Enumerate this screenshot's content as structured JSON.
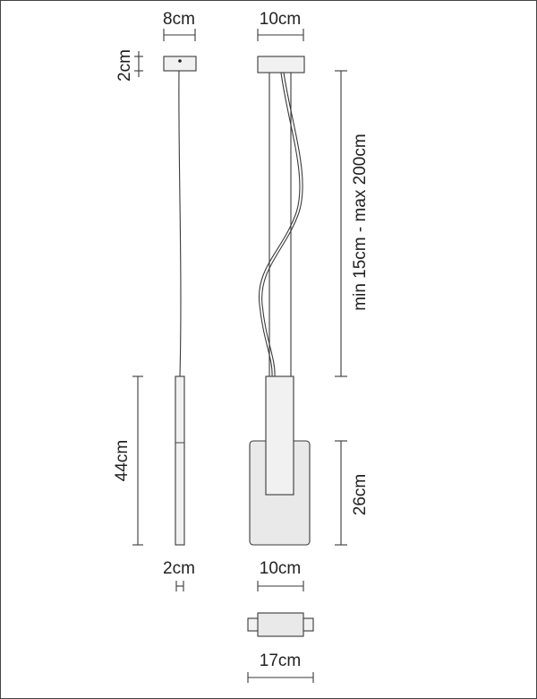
{
  "dimensions": {
    "side_canopy_width": "8cm",
    "front_canopy_width": "10cm",
    "canopy_height": "2cm",
    "suspension_length": "min 15cm - max 200cm",
    "side_body_height": "44cm",
    "front_panel_height": "26cm",
    "side_body_depth": "2cm",
    "front_body_width": "10cm",
    "top_view_width": "17cm"
  }
}
